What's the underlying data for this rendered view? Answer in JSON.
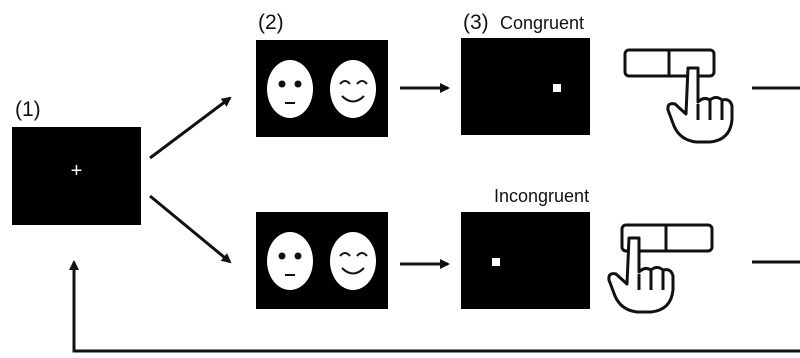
{
  "steps": {
    "step1": "(1)",
    "step2": "(2)",
    "step3": "(3)"
  },
  "conditions": {
    "congruent": "Congruent",
    "incongruent": "Incongruent"
  },
  "fixation_symbol": "+",
  "colors": {
    "screen": "#000000",
    "face": "#ffffff",
    "probe": "#ffffff",
    "line": "#111111",
    "background": "#ffffff"
  },
  "icons": [
    "neutral-face-icon",
    "smiling-face-icon",
    "hand-pressing-button-icon",
    "arrow-icon"
  ]
}
